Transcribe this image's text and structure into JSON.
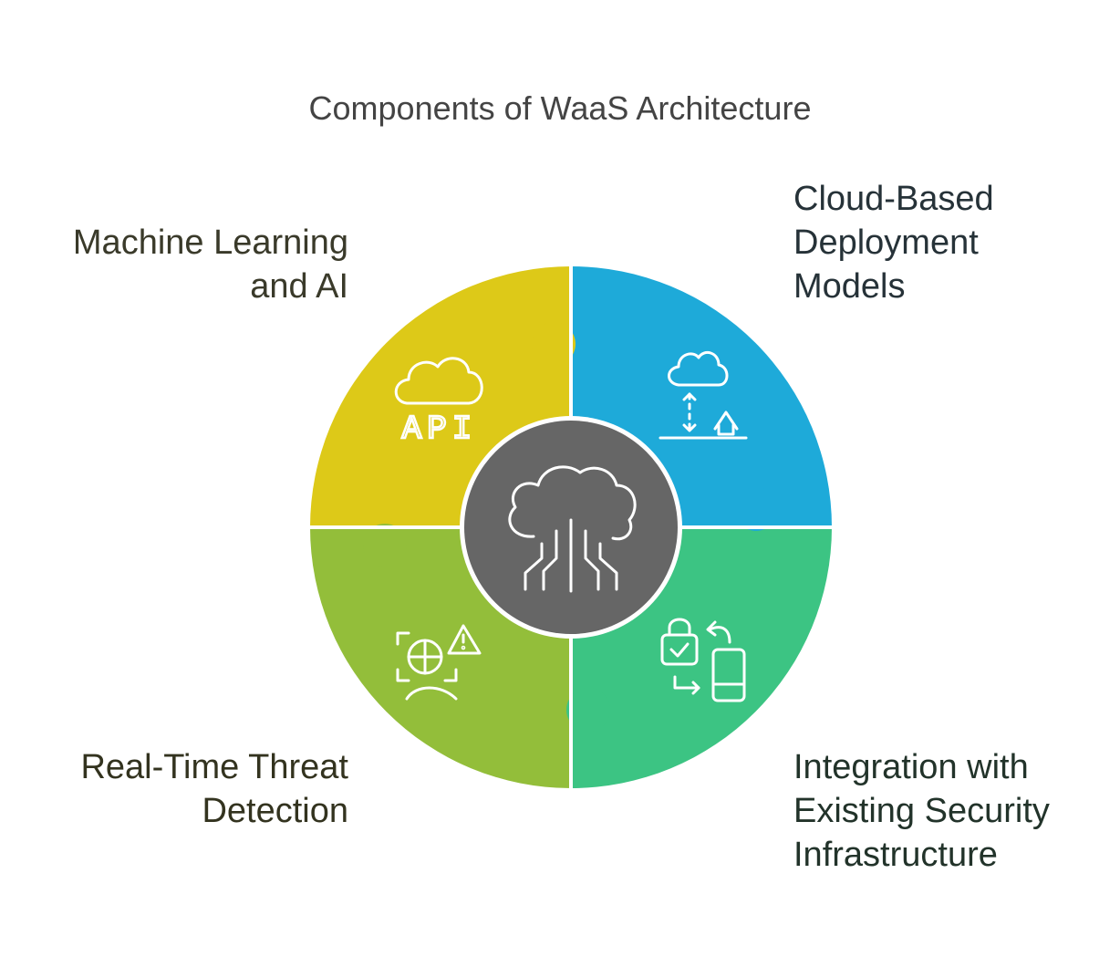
{
  "title": "Components of WaaS Architecture",
  "center": {
    "icon": "cloud-circuit-icon",
    "color": "#666666"
  },
  "segments": [
    {
      "id": "ml",
      "label": "Machine Learning\nand AI",
      "icon": "cloud-api-icon",
      "color": "#DDC918"
    },
    {
      "id": "cloud",
      "label": "Cloud-Based\nDeployment\nModels",
      "icon": "cloud-deploy-house-icon",
      "color": "#1EAAD9"
    },
    {
      "id": "integration",
      "label": "Integration with\nExisting Security\nInfrastructure",
      "icon": "lock-device-sync-icon",
      "color": "#3CC483"
    },
    {
      "id": "rtt",
      "label": "Real-Time Threat\nDetection",
      "icon": "globe-warning-icon",
      "color": "#93BE3A"
    }
  ],
  "api_text": "API"
}
